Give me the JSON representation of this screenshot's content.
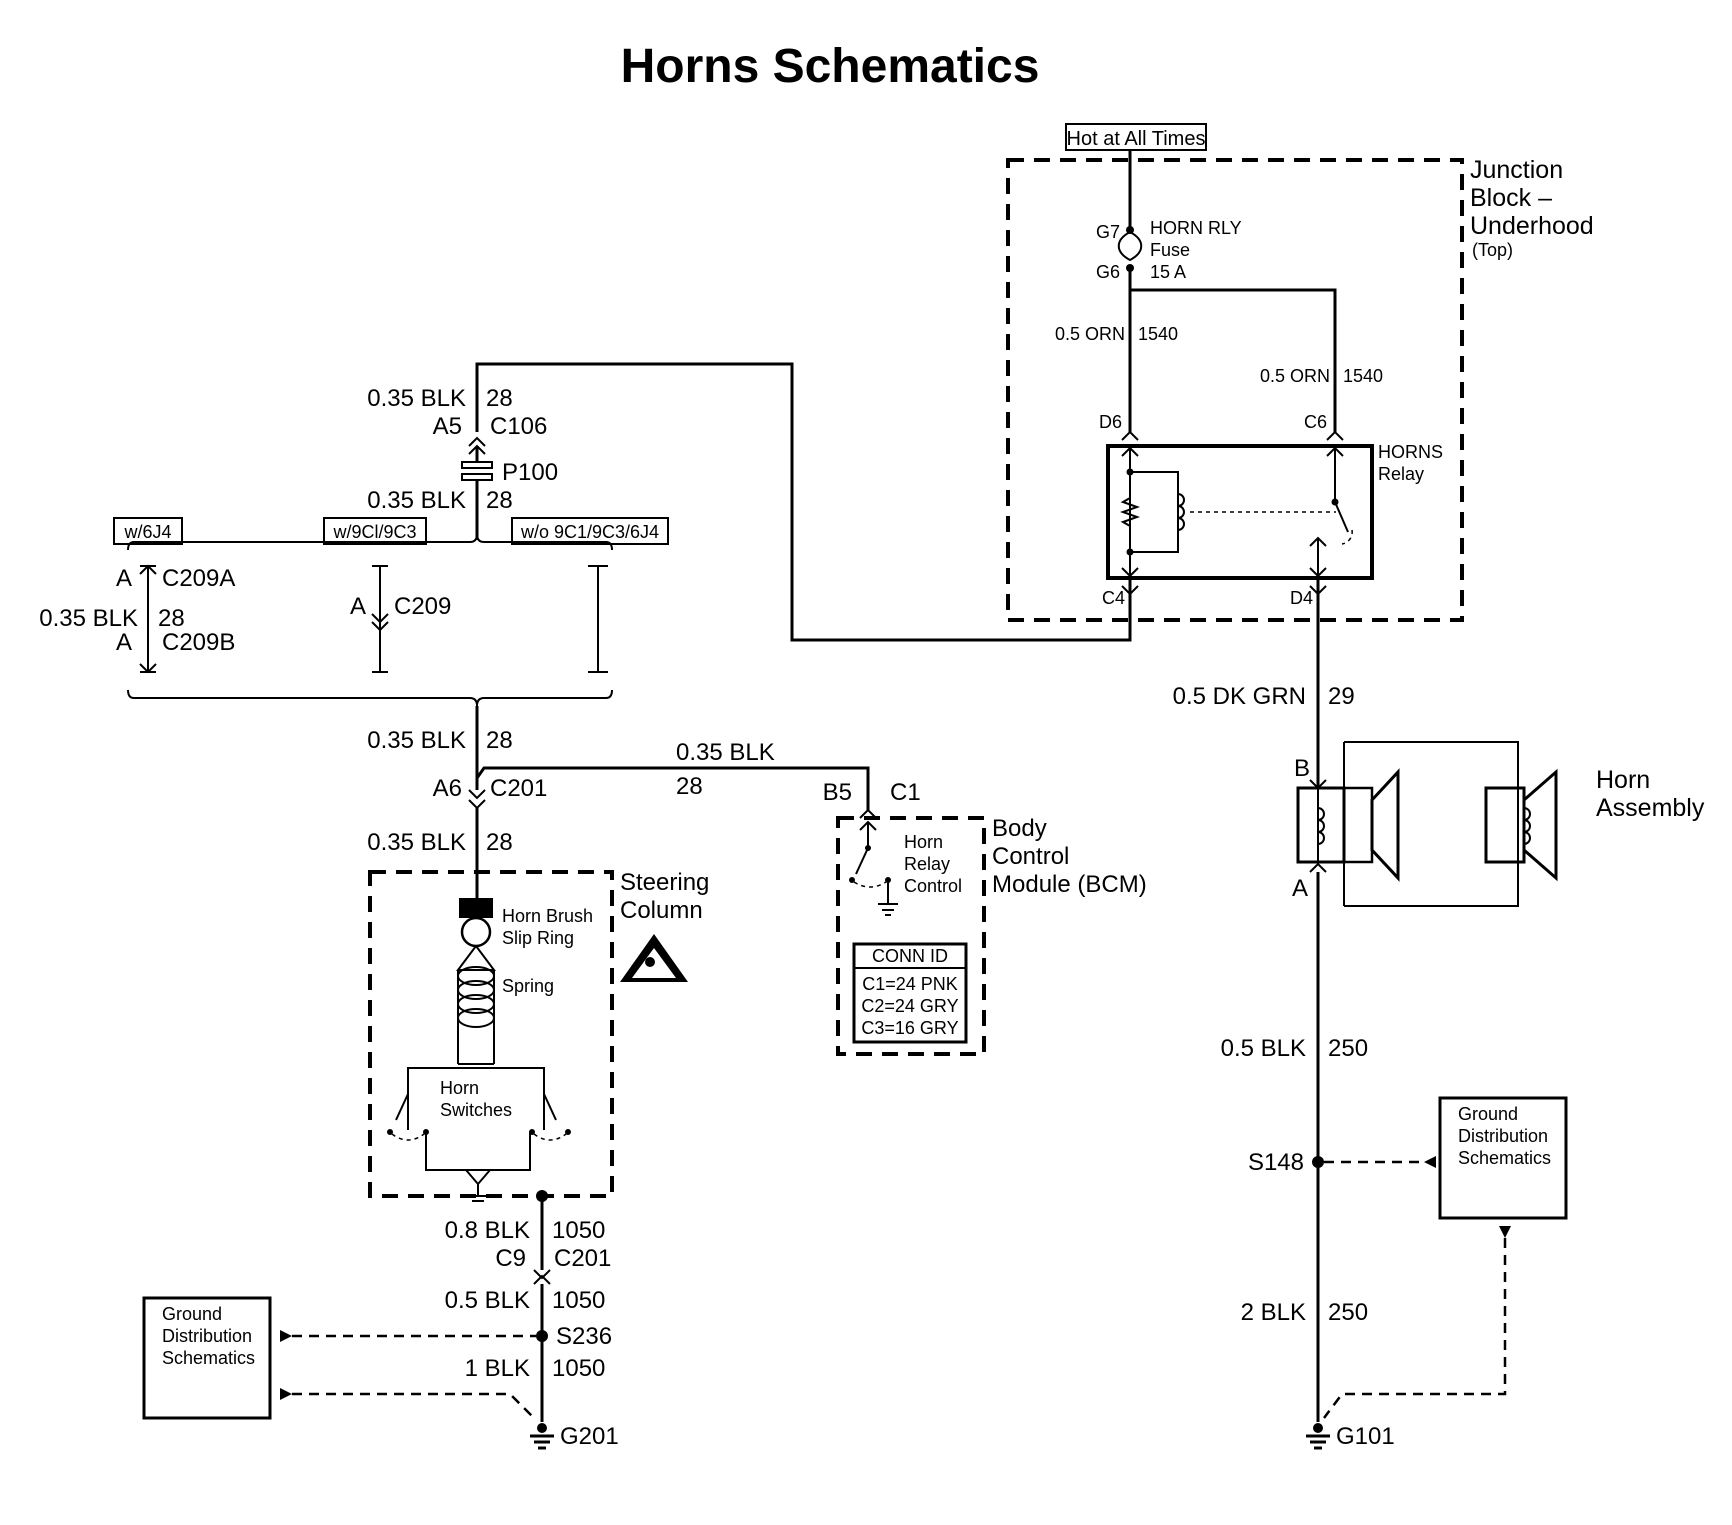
{
  "title": "Horns Schematics",
  "junction_block": {
    "hot_label": "Hot at All Times",
    "name_line1": "Junction",
    "name_line2": "Block –",
    "name_line3": "Underhood",
    "name_line4": "(Top)",
    "pin_g7": "G7",
    "pin_g6": "G6",
    "fuse_line1": "HORN RLY",
    "fuse_line2": "Fuse",
    "fuse_line3": "15 A",
    "wire_left": "0.5 ORN",
    "circuit_left": "1540",
    "wire_right": "0.5 ORN",
    "circuit_right": "1540",
    "pin_d6": "D6",
    "pin_c6": "C6",
    "pin_c4": "C4",
    "pin_d4": "D4",
    "relay_line1": "HORNS",
    "relay_line2": "Relay"
  },
  "left_harness": {
    "wire1": "0.35 BLK",
    "circuit1": "28",
    "pin_a5": "A5",
    "conn_c106": "C106",
    "conn_p100": "P100",
    "wire2": "0.35 BLK",
    "circuit2": "28",
    "opt_w6j4": "w/6J4",
    "opt_w9c1": "w/9Cl/9C3",
    "opt_wo": "w/o 9C1/9C3/6J4",
    "pin_a_c209a": "A",
    "conn_c209a": "C209A",
    "wire_c209": "0.35 BLK",
    "circuit_c209": "28",
    "pin_a_c209b": "A",
    "conn_c209b": "C209B",
    "pin_a_c209": "A",
    "conn_c209": "C209",
    "wire3": "0.35 BLK",
    "circuit3": "28",
    "pin_a6": "A6",
    "conn_c201": "C201",
    "wire4": "0.35 BLK",
    "circuit4": "28",
    "wire_bcm": "0.35 BLK",
    "circuit_bcm": "28"
  },
  "steering_column": {
    "label_line1": "Steering",
    "label_line2": "Column",
    "brush_line1": "Horn Brush",
    "brush_line2": "Slip Ring",
    "spring": "Spring",
    "switches_line1": "Horn",
    "switches_line2": "Switches"
  },
  "bcm": {
    "pin_b5": "B5",
    "conn_c1": "C1",
    "label_line1": "Body",
    "label_line2": "Control",
    "label_line3": "Module (BCM)",
    "ctrl_line1": "Horn",
    "ctrl_line2": "Relay",
    "ctrl_line3": "Control",
    "conn_id_title": "CONN ID",
    "conn_id_rows": [
      "C1=24 PNK",
      "C2=24 GRY",
      "C3=16 GRY"
    ]
  },
  "ground_left": {
    "wire1": "0.8 BLK",
    "circuit1": "1050",
    "pin_c9": "C9",
    "conn_c201": "C201",
    "wire2": "0.5 BLK",
    "circuit2": "1050",
    "splice": "S236",
    "wire3": "1 BLK",
    "circuit3": "1050",
    "ground": "G201",
    "gds_line1": "Ground",
    "gds_line2": "Distribution",
    "gds_line3": "Schematics"
  },
  "right_side": {
    "wire1": "0.5 DK GRN",
    "circuit1": "29",
    "pin_b": "B",
    "pin_a": "A",
    "horn_line1": "Horn",
    "horn_line2": "Assembly",
    "wire2": "0.5 BLK",
    "circuit2": "250",
    "splice": "S148",
    "wire3": "2 BLK",
    "circuit3": "250",
    "ground": "G101",
    "gds_line1": "Ground",
    "gds_line2": "Distribution",
    "gds_line3": "Schematics"
  }
}
